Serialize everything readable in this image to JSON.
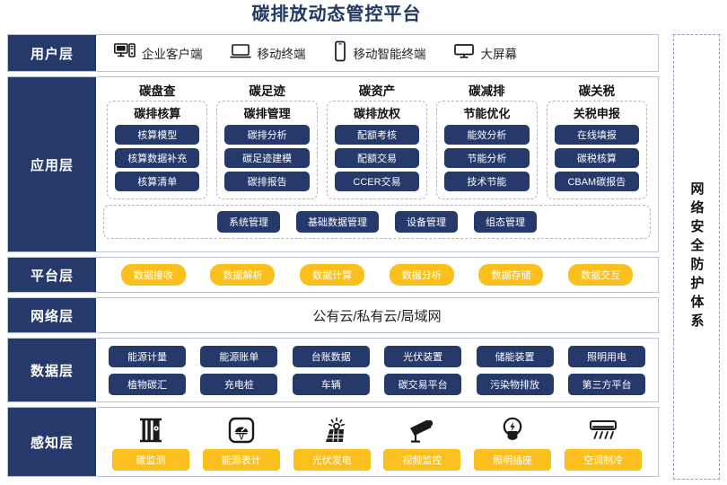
{
  "title": "碳排放动态管控平台",
  "security_panel": {
    "label": "网络安全防护体系"
  },
  "layers": {
    "user": {
      "label": "用户层",
      "items": [
        {
          "icon": "desktop-tower-icon",
          "label": "企业客户端"
        },
        {
          "icon": "laptop-icon",
          "label": "移动终端"
        },
        {
          "icon": "smartphone-icon",
          "label": "移动智能终端"
        },
        {
          "icon": "large-screen-icon",
          "label": "大屏幕"
        }
      ]
    },
    "application": {
      "label": "应用层",
      "columns": [
        {
          "title": "碳盘查",
          "box_title": "碳排核算",
          "items": [
            "核算模型",
            "核算数据补充",
            "核算清单"
          ]
        },
        {
          "title": "碳足迹",
          "box_title": "碳排管理",
          "items": [
            "碳排分析",
            "碳足迹建模",
            "碳排报告"
          ]
        },
        {
          "title": "碳资产",
          "box_title": "碳排放权",
          "items": [
            "配额考核",
            "配额交易",
            "CCER交易"
          ]
        },
        {
          "title": "碳减排",
          "box_title": "节能优化",
          "items": [
            "能效分析",
            "节能分析",
            "技术节能"
          ]
        },
        {
          "title": "碳关税",
          "box_title": "关税申报",
          "items": [
            "在线填报",
            "碳税核算",
            "CBAM碳报告"
          ]
        }
      ],
      "bottom_items": [
        "系统管理",
        "基础数据管理",
        "设备管理",
        "组态管理"
      ]
    },
    "platform": {
      "label": "平台层",
      "items": [
        "数据接收",
        "数据解析",
        "数据计算",
        "数据分析",
        "数据存储",
        "数据交互"
      ]
    },
    "network": {
      "label": "网络层",
      "text": "公有云/私有云/局域网"
    },
    "data": {
      "label": "数据层",
      "row1": [
        "能源计量",
        "能源账单",
        "台账数据",
        "光伏装置",
        "储能装置",
        "照明用电"
      ],
      "row2": [
        "植物碳汇",
        "充电桩",
        "车辆",
        "碳交易平台",
        "污染物排放",
        "第三方平台"
      ]
    },
    "sensing": {
      "label": "感知层",
      "items": [
        {
          "icon": "carbon-monitor-icon",
          "label": "碳监测"
        },
        {
          "icon": "energy-meter-icon",
          "label": "能源表计"
        },
        {
          "icon": "solar-panel-icon",
          "label": "光伏发电"
        },
        {
          "icon": "cctv-camera-icon",
          "label": "视频监控"
        },
        {
          "icon": "lightbulb-icon",
          "label": "照明插座"
        },
        {
          "icon": "air-conditioner-icon",
          "label": "空调制冷"
        }
      ]
    }
  },
  "colors": {
    "navy": "#25396b",
    "yellow": "#fcc01e",
    "title_blue": "#1f3864",
    "border_gray": "#bcc4d4"
  }
}
